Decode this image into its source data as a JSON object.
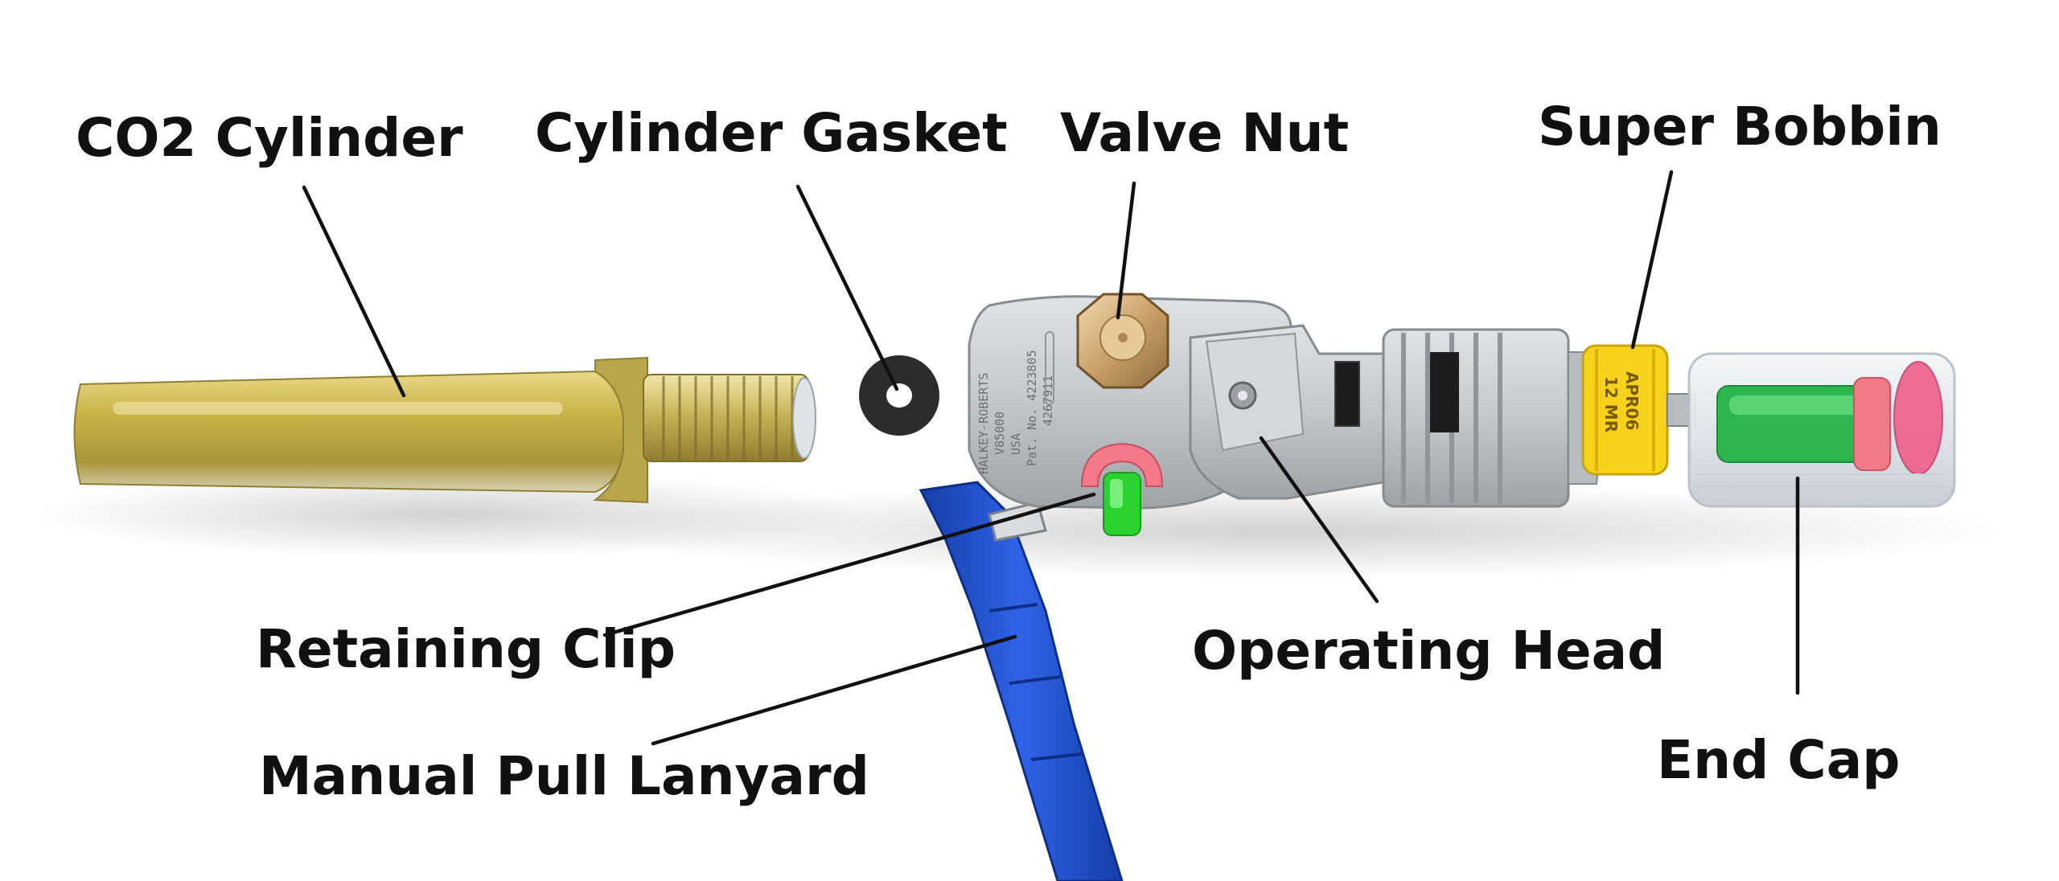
{
  "diagram": {
    "labels": {
      "co2_cylinder": "CO2 Cylinder",
      "cylinder_gasket": "Cylinder Gasket",
      "valve_nut": "Valve Nut",
      "super_bobbin": "Super Bobbin",
      "retaining_clip": "Retaining Clip",
      "operating_head": "Operating Head",
      "manual_pull_lanyard": "Manual Pull Lanyard",
      "end_cap": "End Cap"
    },
    "housing_print": {
      "line1": "HALKEY-ROBERTS",
      "line2": "V85000",
      "line3": "USA",
      "line4": "Pat. No. 4223805",
      "line5": "4267911"
    },
    "bobbin_print": {
      "line1": "APR06",
      "line2": "12 MR"
    }
  },
  "colors": {
    "cylinder_gold": "#c9b346",
    "housing_grey": "#c3c7cb",
    "indicator_green": "#2bd12e",
    "indicator_pink": "#f2788a",
    "bobbin_yellow": "#f6d21b",
    "lanyard_blue": "#1f4fd0"
  }
}
